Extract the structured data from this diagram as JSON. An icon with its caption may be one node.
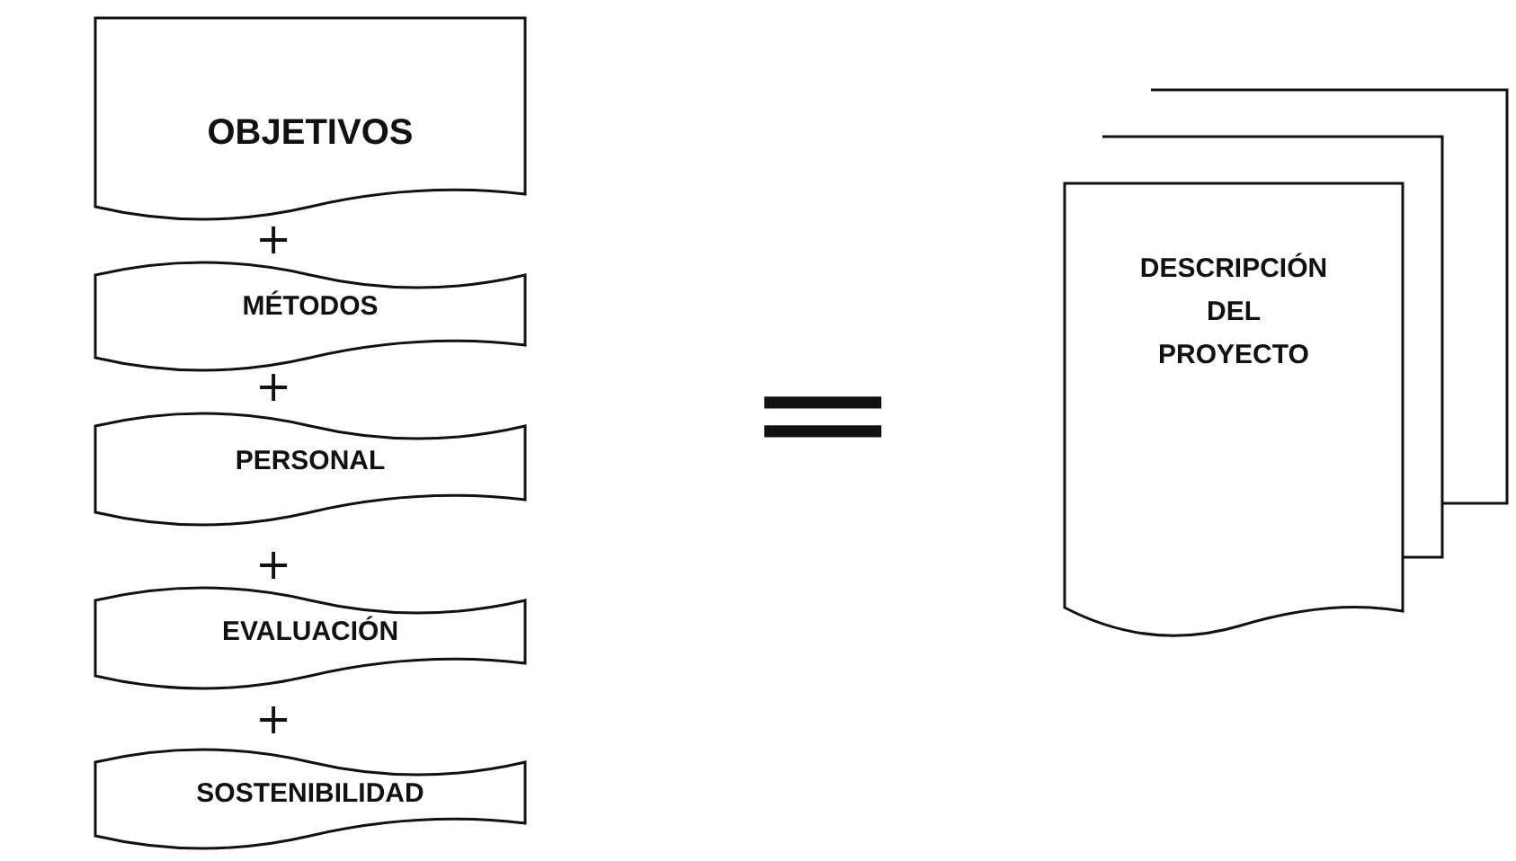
{
  "diagram": {
    "nodes": [
      {
        "text": [
          "OBJETIVOS"
        ]
      },
      {
        "text": [
          "MÉTODOS"
        ]
      },
      {
        "text": [
          "PERSONAL"
        ]
      },
      {
        "text": [
          "EVALUACIÓN"
        ]
      },
      {
        "text": [
          "SOSTENIBILIDAD"
        ]
      },
      {
        "text": [
          "DESCRIPCIÓN DEL PROYECTO"
        ]
      }
    ],
    "labels": [
      "+",
      "+",
      "+",
      "+",
      "="
    ]
  }
}
